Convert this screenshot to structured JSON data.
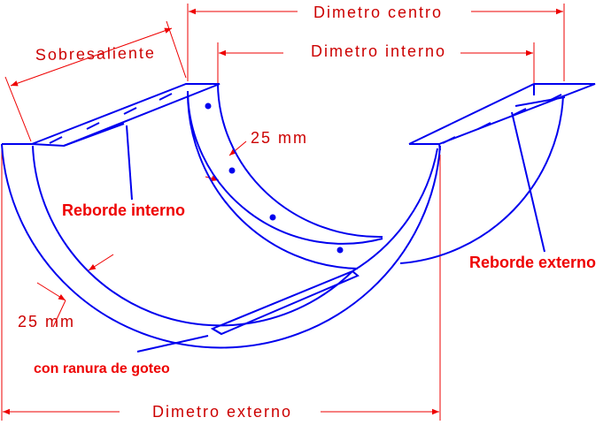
{
  "labels": {
    "diametro_centro": "Dimetro  centro",
    "diametro_interno": "Dimetro  interno",
    "diametro_externo": "Dimetro  externo",
    "sobresaliente": "Sobresaliente",
    "espesor_superior": "25 mm",
    "espesor_inferior": "25 mm",
    "reborde_interno": "Reborde interno",
    "reborde_externo": "Reborde externo",
    "ranura": "con ranura de goteo"
  },
  "colors": {
    "part_outline": "#0000ee",
    "dimension": "#ee0000"
  }
}
